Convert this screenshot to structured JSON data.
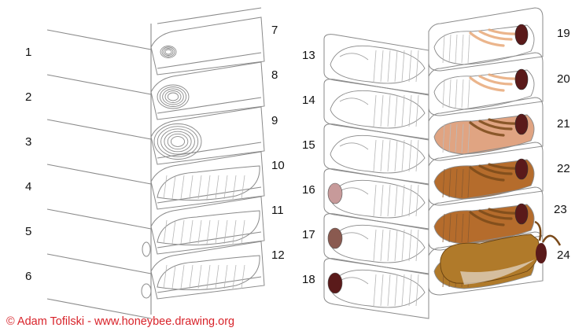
{
  "diagram": {
    "stage_numbers": [
      "1",
      "2",
      "3",
      "4",
      "5",
      "6",
      "7",
      "8",
      "9",
      "10",
      "11",
      "12",
      "13",
      "14",
      "15",
      "16",
      "17",
      "18",
      "19",
      "20",
      "21",
      "22",
      "23",
      "24"
    ],
    "credit": "© Adam Tofilski - www.honeybee.drawing.org",
    "colors": {
      "outline": "#8a8a8a",
      "eye_dark": "#5a1a1a",
      "eye_pink": "#c79a9a",
      "eye_brown": "#8a5a50",
      "pupa_light": "#f3c9a3",
      "pupa_medium": "#e0a482",
      "pupa_dark": "#b56c2c",
      "adult": "#b07a2a",
      "credit_red": "#d8232a"
    }
  }
}
